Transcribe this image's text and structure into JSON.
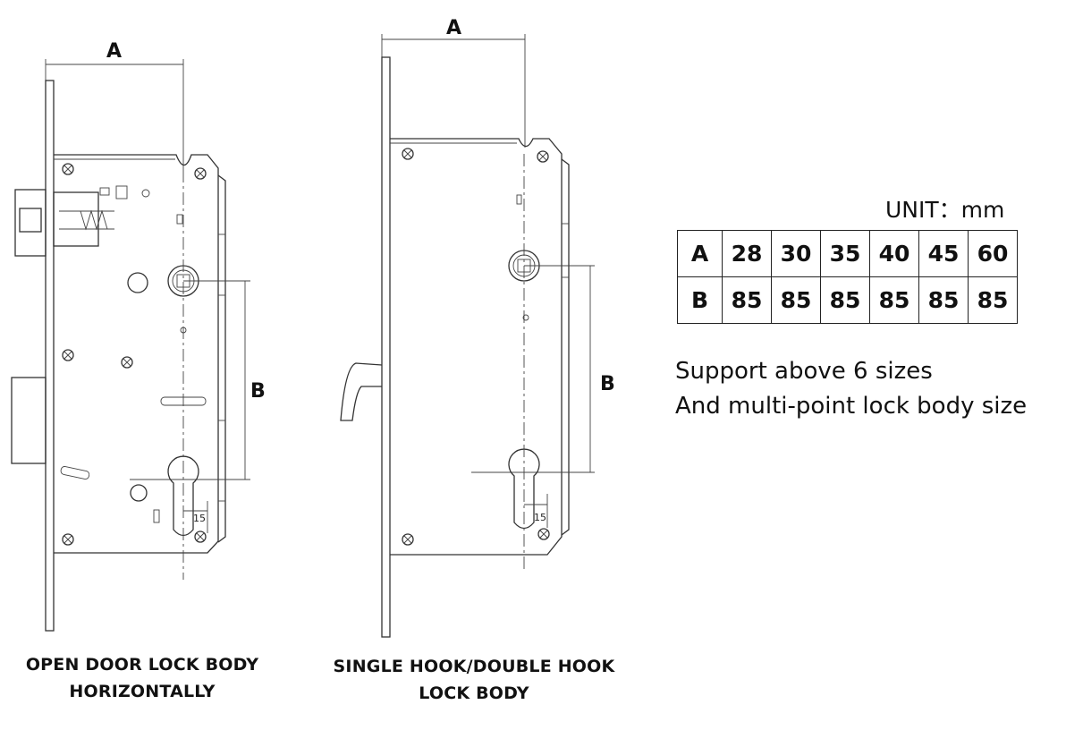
{
  "diagram_left": {
    "dim_a": "A",
    "dim_b": "B",
    "dim_15": "15",
    "caption_line1": "OPEN DOOR LOCK BODY",
    "caption_line2": "HORIZONTALLY"
  },
  "diagram_right": {
    "dim_a": "A",
    "dim_b": "B",
    "dim_15": "15",
    "caption_line1": "SINGLE HOOK/DOUBLE HOOK",
    "caption_line2": "LOCK BODY"
  },
  "unit_label": "UNIT：mm",
  "size_table": {
    "rows": [
      {
        "head": "A",
        "values": [
          "28",
          "30",
          "35",
          "40",
          "45",
          "60"
        ]
      },
      {
        "head": "B",
        "values": [
          "85",
          "85",
          "85",
          "85",
          "85",
          "85"
        ]
      }
    ]
  },
  "note": {
    "line1": "Support above 6 sizes",
    "line2": "And multi-point lock body size"
  }
}
